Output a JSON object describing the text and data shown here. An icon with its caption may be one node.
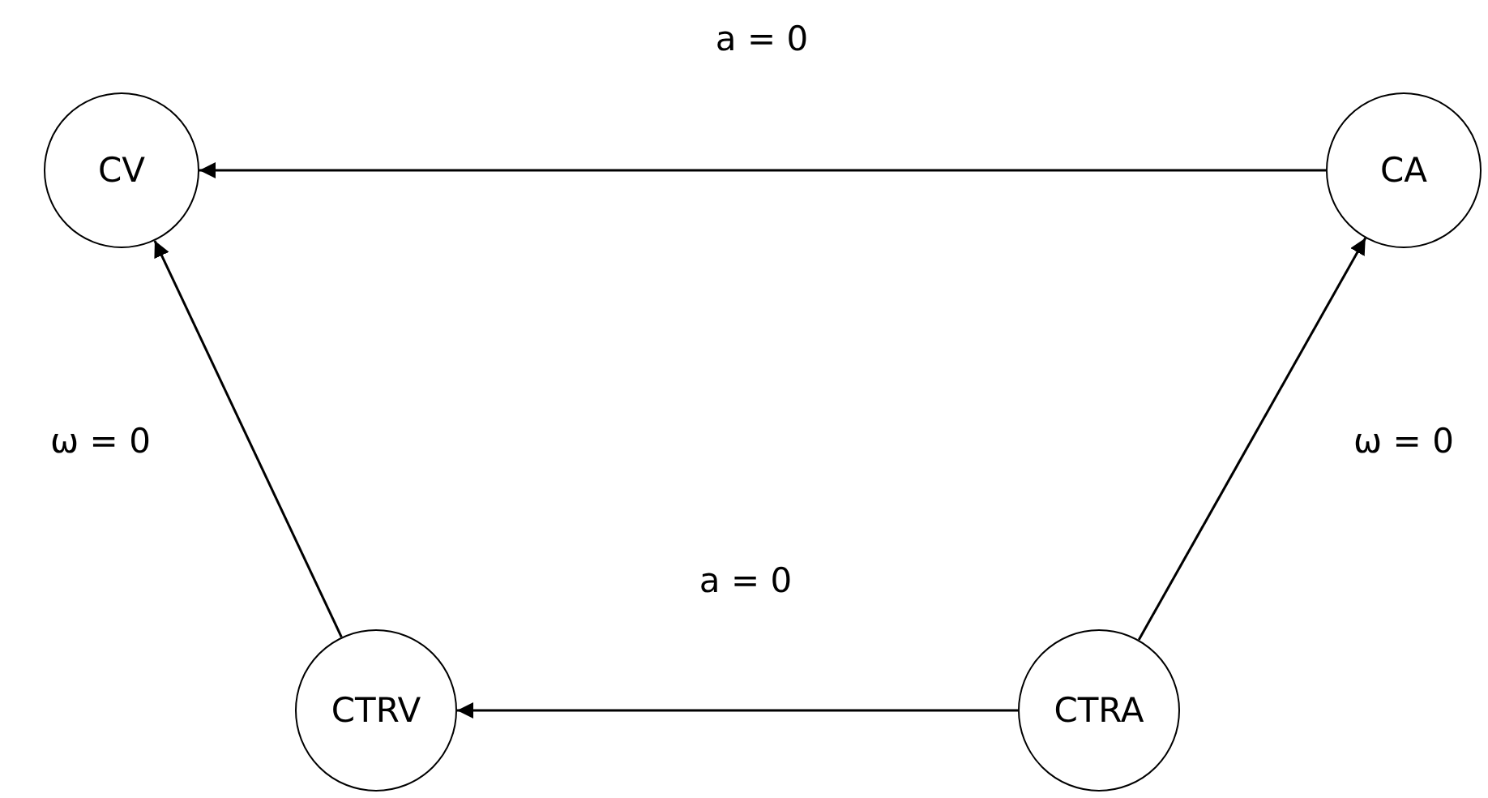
{
  "diagram": {
    "nodes": [
      {
        "text": [
          "CV"
        ]
      },
      {
        "text": [
          "CA"
        ]
      },
      {
        "text": [
          "CTRV"
        ]
      },
      {
        "text": [
          "CTRA"
        ]
      }
    ],
    "edges": [
      {
        "from": 1,
        "to": 0,
        "arrow": "to",
        "label": "a = 0"
      },
      {
        "from": 2,
        "to": 0,
        "arrow": "to",
        "label": "ω = 0"
      },
      {
        "from": 3,
        "to": 1,
        "arrow": "to",
        "label": "ω = 0"
      },
      {
        "from": 3,
        "to": 2,
        "arrow": "to",
        "label": "a = 0"
      }
    ]
  }
}
